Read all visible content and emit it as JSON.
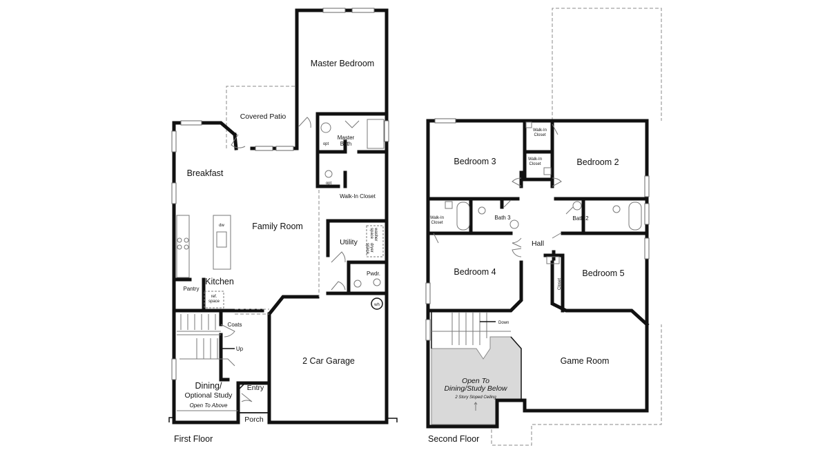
{
  "first_floor": {
    "caption": "First Floor",
    "rooms": {
      "master_bedroom": "Master Bedroom",
      "covered_patio": "Covered Patio",
      "master_bath_1": "Master",
      "master_bath_2": "Bath",
      "walk_in_closet": "Walk-In Closet",
      "breakfast": "Breakfast",
      "family_room": "Family Room",
      "utility": "Utility",
      "powder": "Pwdr.",
      "kitchen": "Kitchen",
      "pantry": "Pantry",
      "coats": "Coats",
      "up": "Up",
      "garage": "2 Car Garage",
      "dining_1": "Dining/",
      "dining_2": "Optional Study",
      "dining_note": "Open To Above",
      "entry": "Entry",
      "porch": "Porch"
    },
    "fixtures": {
      "dw": "dw",
      "opt1": "opt",
      "opt2": "opt",
      "wh": "wh",
      "washer_1": "washer",
      "washer_2": "space",
      "dryer_1": "dryer",
      "dryer_2": "space",
      "ref_1": "ref.",
      "ref_2": "space"
    }
  },
  "second_floor": {
    "caption": "Second Floor",
    "rooms": {
      "bedroom_2": "Bedroom 2",
      "bedroom_3": "Bedroom 3",
      "bedroom_4": "Bedroom 4",
      "bedroom_5": "Bedroom 5",
      "bath_2": "Bath 2",
      "bath_3": "Bath 3",
      "hall": "Hall",
      "closet": "Closet",
      "walk_in_1": "Walk-In",
      "walk_in_1b": "Closet",
      "walk_in_2": "Walk-In",
      "walk_in_2b": "Closet",
      "walk_in_3": "Walk-In",
      "walk_in_3b": "Closet",
      "down": "Down",
      "game_room": "Game Room",
      "open_1": "Open To",
      "open_2": "Dining/Study Below",
      "open_3": "2 Story Sloped Ceiling"
    },
    "open_area_color": "#d9d9d9"
  }
}
